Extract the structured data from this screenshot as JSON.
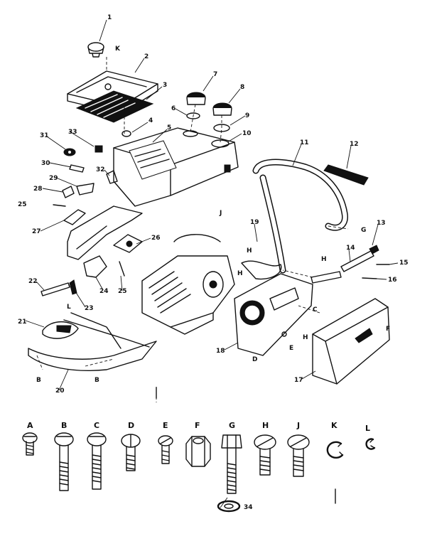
{
  "diagram": {
    "type": "exploded-parts-diagram",
    "callouts": [
      "1",
      "2",
      "3",
      "4",
      "5",
      "6",
      "7",
      "8",
      "9",
      "10",
      "11",
      "12",
      "13",
      "14",
      "15",
      "16",
      "17",
      "18",
      "19",
      "20",
      "21",
      "22",
      "23",
      "24",
      "25",
      "26",
      "27",
      "28",
      "29",
      "30",
      "31",
      "32",
      "33",
      "34"
    ],
    "inline_letters": [
      "K",
      "J",
      "G",
      "H",
      "H",
      "H",
      "H",
      "C",
      "E",
      "F",
      "L",
      "B",
      "B",
      "D"
    ],
    "fasteners": [
      {
        "letter": "A",
        "icon": "short-screw-icon"
      },
      {
        "letter": "B",
        "icon": "long-bolt-icon"
      },
      {
        "letter": "C",
        "icon": "long-bolt-icon"
      },
      {
        "letter": "D",
        "icon": "screw-icon"
      },
      {
        "letter": "E",
        "icon": "short-screw-icon"
      },
      {
        "letter": "F",
        "icon": "hex-nut-icon"
      },
      {
        "letter": "G",
        "icon": "hex-bolt-icon"
      },
      {
        "letter": "H",
        "icon": "screw-icon"
      },
      {
        "letter": "J",
        "icon": "screw-icon"
      },
      {
        "letter": "K",
        "icon": "retaining-ring-icon"
      },
      {
        "letter": "L",
        "icon": "e-clip-icon"
      }
    ],
    "washer_label": "34"
  }
}
